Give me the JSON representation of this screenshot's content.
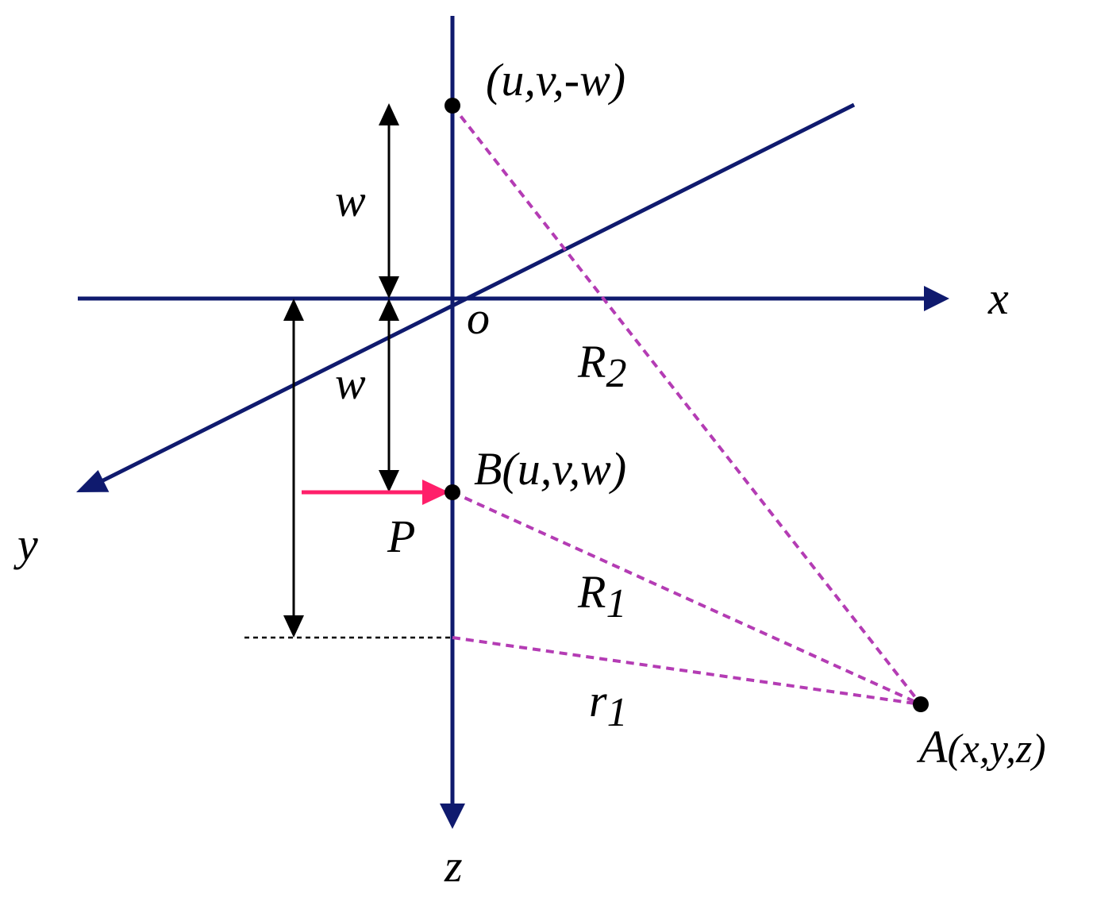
{
  "labels": {
    "x_axis": "x",
    "y_axis": "y",
    "z_axis": "z",
    "origin": "o",
    "point_image": "(u,v,-w)",
    "point_B": "B(u,v,w)",
    "point_A_letter": "A",
    "point_A_coords": "(x,y,z)",
    "force": "P",
    "dist_upper": "w",
    "dist_lower": "w",
    "R2_base": "R",
    "R2_sub": "2",
    "R1_base": "R",
    "R1_sub": "1",
    "r1_base": "r",
    "r1_sub": "1"
  },
  "colors": {
    "axis": "#0f1a6e",
    "dashed_lines": "#b43cb4",
    "force_arrow": "#ff1f6a",
    "dimension_lines": "#000000"
  }
}
